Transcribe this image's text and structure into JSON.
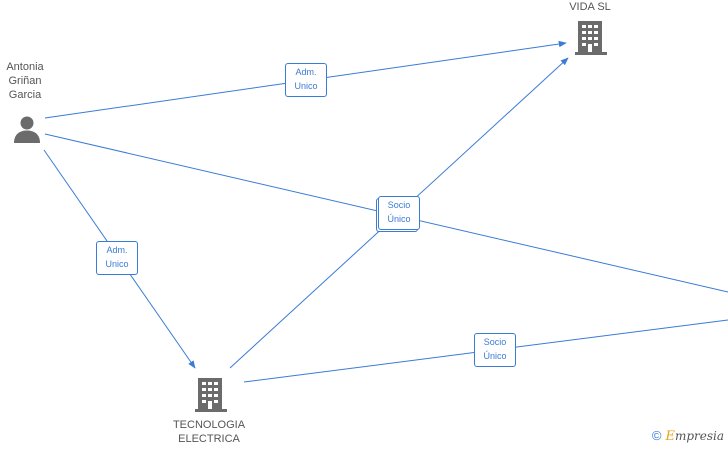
{
  "nodes": {
    "person": {
      "label": "Antonia\nGriñan\nGarcia",
      "icon": "person-icon"
    },
    "vida": {
      "label": "VIDA  SL",
      "icon": "building-icon"
    },
    "tecnologia": {
      "label": "TECNOLOGIA\nELECTRICA",
      "icon": "building-icon"
    }
  },
  "edges": {
    "person_vida": "Adm.\nUnico",
    "person_tecnologia": "Adm.\nUnico",
    "tecnologia_vida": "Socio\nÚnico",
    "tecnologia_right": "Socio\nÚnico"
  },
  "brand": {
    "copyright": "©",
    "initial": "E",
    "name": "mpresia"
  },
  "colors": {
    "edge": "#3a7bd5",
    "icon": "#6b6b6b",
    "label": "#555555"
  }
}
